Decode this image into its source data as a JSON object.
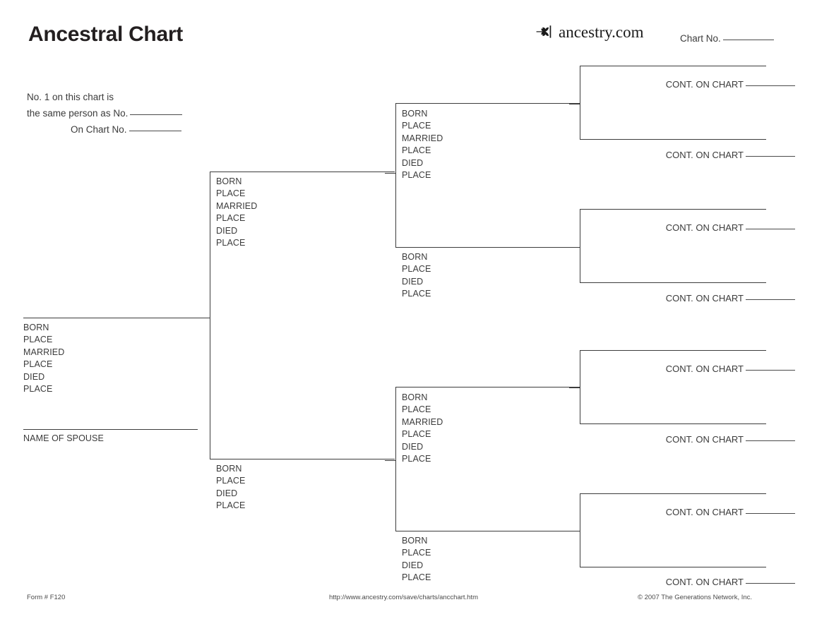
{
  "header": {
    "title": "Ancestral Chart",
    "brand_word": "ancestry.com",
    "brand_mark_name": "ancestry-leaf-logo",
    "chart_no_label": "Chart No."
  },
  "notes": {
    "same_person_line1": "No. 1 on this chart is",
    "same_person_line2": "the same person as No.",
    "on_chart_label": "On Chart No."
  },
  "labels": {
    "born": "BORN",
    "place": "PLACE",
    "married": "MARRIED",
    "died": "DIED",
    "name_of_spouse": "NAME OF SPOUSE",
    "cont_on_chart": "CONT. ON CHART"
  },
  "person1": {
    "fields": [
      "BORN",
      "PLACE",
      "MARRIED",
      "PLACE",
      "DIED",
      "PLACE"
    ],
    "spouse_caption": "NAME OF SPOUSE"
  },
  "generation2": [
    {
      "position": "father",
      "fields": [
        "BORN",
        "PLACE",
        "MARRIED",
        "PLACE",
        "DIED",
        "PLACE"
      ]
    },
    {
      "position": "mother",
      "fields": [
        "BORN",
        "PLACE",
        "DIED",
        "PLACE"
      ]
    }
  ],
  "generation3": [
    {
      "position": "paternal-grandfather",
      "fields": [
        "BORN",
        "PLACE",
        "MARRIED",
        "PLACE",
        "DIED",
        "PLACE"
      ]
    },
    {
      "position": "paternal-grandmother",
      "fields": [
        "BORN",
        "PLACE",
        "DIED",
        "PLACE"
      ]
    },
    {
      "position": "maternal-grandfather",
      "fields": [
        "BORN",
        "PLACE",
        "MARRIED",
        "PLACE",
        "DIED",
        "PLACE"
      ]
    },
    {
      "position": "maternal-grandmother",
      "fields": [
        "BORN",
        "PLACE",
        "DIED",
        "PLACE"
      ]
    }
  ],
  "generation4": [
    {
      "position": "great-grandparent-1",
      "cont_label": "CONT. ON CHART"
    },
    {
      "position": "great-grandparent-2",
      "cont_label": "CONT. ON CHART"
    },
    {
      "position": "great-grandparent-3",
      "cont_label": "CONT. ON CHART"
    },
    {
      "position": "great-grandparent-4",
      "cont_label": "CONT. ON CHART"
    },
    {
      "position": "great-grandparent-5",
      "cont_label": "CONT. ON CHART"
    },
    {
      "position": "great-grandparent-6",
      "cont_label": "CONT. ON CHART"
    },
    {
      "position": "great-grandparent-7",
      "cont_label": "CONT. ON CHART"
    },
    {
      "position": "great-grandparent-8",
      "cont_label": "CONT. ON CHART"
    }
  ],
  "footer": {
    "form_number": "Form # F120",
    "url": "http://www.ancestry.com/save/charts/ancchart.htm",
    "copyright": "© 2007 The Generations Network, Inc."
  },
  "colors": {
    "ink": "#231f20",
    "text": "#3b3b3b",
    "rule": "#3c3c3c",
    "paper": "#ffffff"
  }
}
